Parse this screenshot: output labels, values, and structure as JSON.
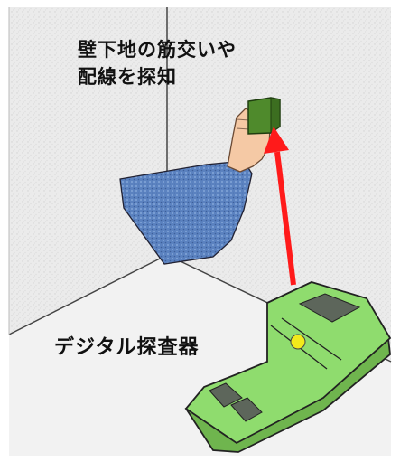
{
  "captions": {
    "wall_line1": "壁下地の筋交いや",
    "wall_line2": "配線を探知",
    "device": "デジタル探査器"
  },
  "colors": {
    "wall": "#e9e9e9",
    "device_body": "#8fdc6e",
    "device_outline": "#222222",
    "sensor_card": "#4f8a2c",
    "arrow": "#ff1a1a",
    "sleeve": "#4f78b8",
    "skin": "#f5c9a5",
    "indicator": "#f2ea1b",
    "screen": "#5d665b"
  },
  "icons": {
    "arrow": "red-arrow-icon",
    "hand": "hand-icon",
    "sensor": "sensor-card-icon",
    "detector": "digital-detector-icon"
  }
}
